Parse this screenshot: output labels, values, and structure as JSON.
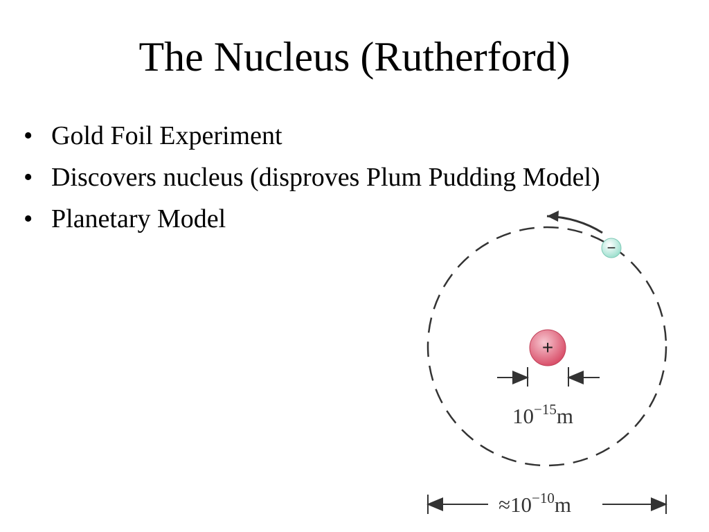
{
  "slide": {
    "title": "The Nucleus (Rutherford)",
    "bullets": [
      {
        "text": "Gold Foil Experiment"
      },
      {
        "text": "Discovers nucleus (disproves Plum Pudding Model)"
      },
      {
        "text": "Planetary Model"
      }
    ],
    "bullet_glyph": "•"
  },
  "diagram": {
    "nucleus_charge": "+",
    "electron_charge": "−",
    "nucleus_size_base": "10",
    "nucleus_size_exp": "−15",
    "nucleus_size_unit": "m",
    "atom_size_prefix": "≈10",
    "atom_size_exp": "−10",
    "atom_size_unit": "m",
    "colors": {
      "nucleus": "#d9506a",
      "electron": "#9ee0cf",
      "line": "#333333"
    }
  }
}
